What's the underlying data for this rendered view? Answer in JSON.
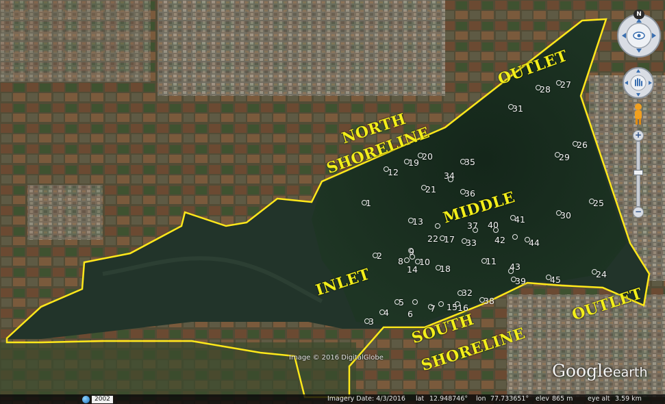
{
  "colors": {
    "boundary": "#ffe81a",
    "label": "#f2ee1a",
    "water": "#162a1c",
    "land": "#4a4a32"
  },
  "region_labels": {
    "outlet_north": "OUTLET",
    "north_shoreline_1": "NORTH",
    "north_shoreline_2": "SHORELINE",
    "middle": "MIDDLE",
    "inlet": "INLET",
    "south_shoreline_1": "SOUTH",
    "south_shoreline_2": "SHORELINE",
    "outlet_south": "OUTLET"
  },
  "sites": [
    "1",
    "2",
    "3",
    "4",
    "5",
    "6",
    "7",
    "8",
    "9",
    "10",
    "11",
    "12",
    "13",
    "14",
    "15",
    "16",
    "17",
    "18",
    "19",
    "20",
    "21",
    "22",
    "24",
    "25",
    "26",
    "27",
    "28",
    "29",
    "30",
    "31",
    "32",
    "33",
    "34",
    "35",
    "36",
    "37",
    "38",
    "39",
    "40",
    "41",
    "42",
    "43",
    "44",
    "45"
  ],
  "image_credit": "Image © 2016 DigitalGlobe",
  "logo": {
    "brand": "Google",
    "product": "earth"
  },
  "controls": {
    "north_label": "N",
    "compass_icon": "look-joystick-icon",
    "move_icon": "move-hand-icon",
    "streetview_icon": "pegman-icon",
    "zoom_in": "+",
    "zoom_out": "−"
  },
  "status_bar": {
    "year": "2002",
    "imagery_date": "Imagery Date: 4/3/2016",
    "lat_label": "lat",
    "lat": "12.948746°",
    "lon_label": "lon",
    "lon": "77.733651°",
    "elev_label": "elev",
    "elev": "865 m",
    "eye_label": "eye alt",
    "eye": "3.59 km"
  }
}
